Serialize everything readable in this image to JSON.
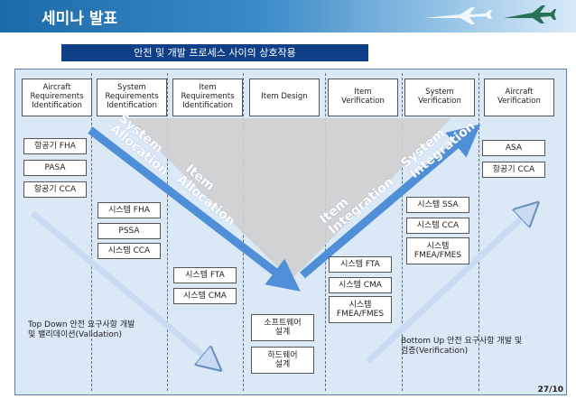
{
  "header": {
    "title": "세미나 발표"
  },
  "subtitle": "안전 및 개발 프로세스 사이의 상호작용",
  "phases": [
    "Aircraft\nRequirements\nIdentification",
    "System\nRequirements\nIdentification",
    "Item\nRequirements\nIdentification",
    "Item Design",
    "Item\nVerification",
    "System\nVerification",
    "Aircraft\nVerification"
  ],
  "diagonal_labels": {
    "system_allocation": "System\nAllocation",
    "item_allocation": "Item\nAllocation",
    "item_integration": "Item\nIntegration",
    "system_integration": "System\nIntegration"
  },
  "boxes": {
    "col1": [
      "항공기 FHA",
      "PASA",
      "항공기 CCA"
    ],
    "col2": [
      "시스템 FHA",
      "PSSA",
      "시스템 CCA"
    ],
    "col3": [
      "시스템 FTA",
      "시스템 CMA"
    ],
    "col4": [
      "소프트웨어\n설계",
      "하드웨어\n설계"
    ],
    "col5": [
      "시스템 FTA",
      "시스템 CMA",
      "시스템\nFMEA/FMES"
    ],
    "col6": [
      "시스템 SSA",
      "시스템 CCA",
      "시스템\nFMEA/FMES"
    ],
    "col7": [
      "ASA",
      "항공기 CCA"
    ]
  },
  "notes": {
    "top_down": "Top Down 안전 요구사항 개발\n및 밸리데이션(Validation)",
    "bottom_up": "Bottom Up 안전 요구사항 개발 및\n검증(Verification)"
  },
  "page_number": "27/10",
  "colors": {
    "header": "#1d6aa8",
    "subtitle_bar": "#0f3f86",
    "panel": "#dbe8f6",
    "arrow": "#4e8fd8"
  }
}
